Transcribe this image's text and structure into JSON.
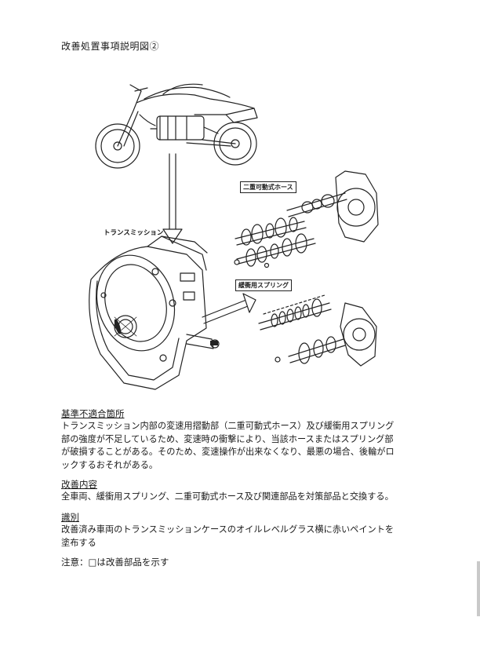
{
  "doc": {
    "title": "改善処置事項説明図②"
  },
  "figure": {
    "label_transmission": "トランスミッション",
    "callout_hose": "二重可動式ホース",
    "callout_spring": "緩衝用スプリング"
  },
  "sections": [
    {
      "heading": "基準不適合箇所",
      "body": "トランスミッション内部の変速用摺動部（二重可動式ホース）及び緩衝用スプリング部の強度が不足しているため、変速時の衝撃により、当該ホースまたはスプリング部が破損することがある。そのため、変速操作が出来なくなり、最悪の場合、後輪がロックするおそれがある。"
    },
    {
      "heading": "改善内容",
      "body": "全車両、緩衝用スプリング、二重可動式ホース及び関連部品を対策部品と交換する。"
    },
    {
      "heading": "識別",
      "body": "改善済み車両のトランスミッションケースのオイルレベルグラス横に赤いペイントを塗布する"
    }
  ],
  "note": "注意：□は改善部品を示す"
}
